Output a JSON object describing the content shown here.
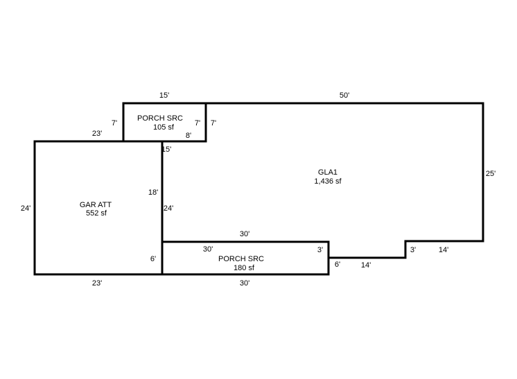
{
  "areas": {
    "porch_top": {
      "name": "PORCH SRC",
      "area": "105 sf"
    },
    "gla": {
      "name": "GLA1",
      "area": "1,436 sf"
    },
    "garage": {
      "name": "GAR ATT",
      "area": "552 sf"
    },
    "porch_bottom": {
      "name": "PORCH SRC",
      "area": "180 sf"
    }
  },
  "dimensions": {
    "porch_top_top": "15'",
    "porch_top_left": "7'",
    "porch_top_right_inner": "7'",
    "porch_top_right_outer": "7'",
    "porch_top_bottom_inner": "8'",
    "porch_top_bottom": "15'",
    "gla_top": "50'",
    "gla_right": "25'",
    "gla_bottom_right": "14'",
    "gla_step_right": "3'",
    "gla_bottom_mid": "14'",
    "gla_step_left": "3'",
    "gla_left_inner": "18'",
    "garage_top": "23'",
    "garage_left": "24'",
    "garage_right": "24'",
    "garage_bottom": "23'",
    "porch_bottom_top_outer": "30'",
    "porch_bottom_top_inner": "30'",
    "porch_bottom_left": "6'",
    "porch_bottom_right": "6'",
    "porch_bottom_bottom": "30'"
  }
}
